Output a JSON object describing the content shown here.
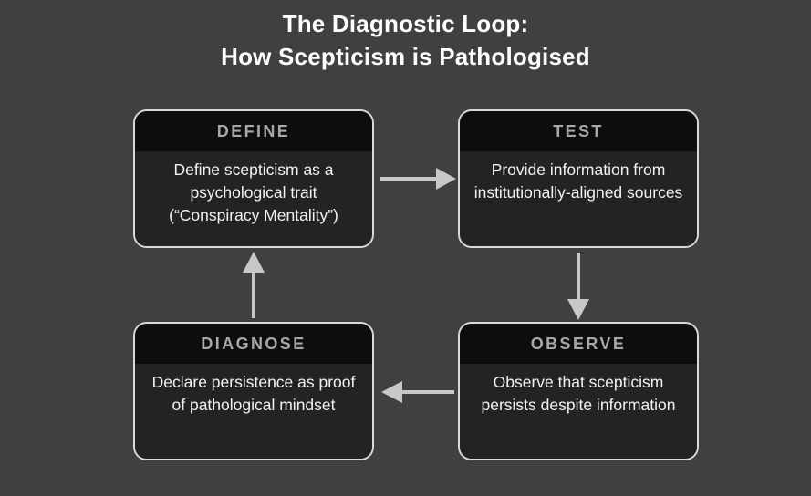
{
  "title": {
    "line1": "The Diagnostic Loop:",
    "line2": "How Scepticism is Pathologised"
  },
  "colors": {
    "background": "#404040",
    "box_border": "#d9d9d9",
    "box_header_bg": "#0d0d0d",
    "box_header_text": "#a8a8a8",
    "box_body_bg": "#232323",
    "box_body_text": "#f2f2f2",
    "arrow": "#c8c8c8",
    "title_text": "#ffffff"
  },
  "nodes": [
    {
      "id": "define",
      "header": "DEFINE",
      "body": "Define scepticism as a psychological trait (“Conspiracy Mentality”)"
    },
    {
      "id": "test",
      "header": "TEST",
      "body": "Provide information from institutionally-aligned sources"
    },
    {
      "id": "observe",
      "header": "OBSERVE",
      "body": "Observe that scepticism persists despite information"
    },
    {
      "id": "diagnose",
      "header": "DIAGNOSE",
      "body": "Declare persistence as proof of pathological mindset"
    }
  ],
  "arrows": [
    {
      "id": "define-to-test",
      "from": "define",
      "to": "test",
      "direction": "right"
    },
    {
      "id": "test-to-observe",
      "from": "test",
      "to": "observe",
      "direction": "down"
    },
    {
      "id": "observe-to-diagnose",
      "from": "observe",
      "to": "diagnose",
      "direction": "left"
    },
    {
      "id": "diagnose-to-define",
      "from": "diagnose",
      "to": "define",
      "direction": "up"
    }
  ]
}
